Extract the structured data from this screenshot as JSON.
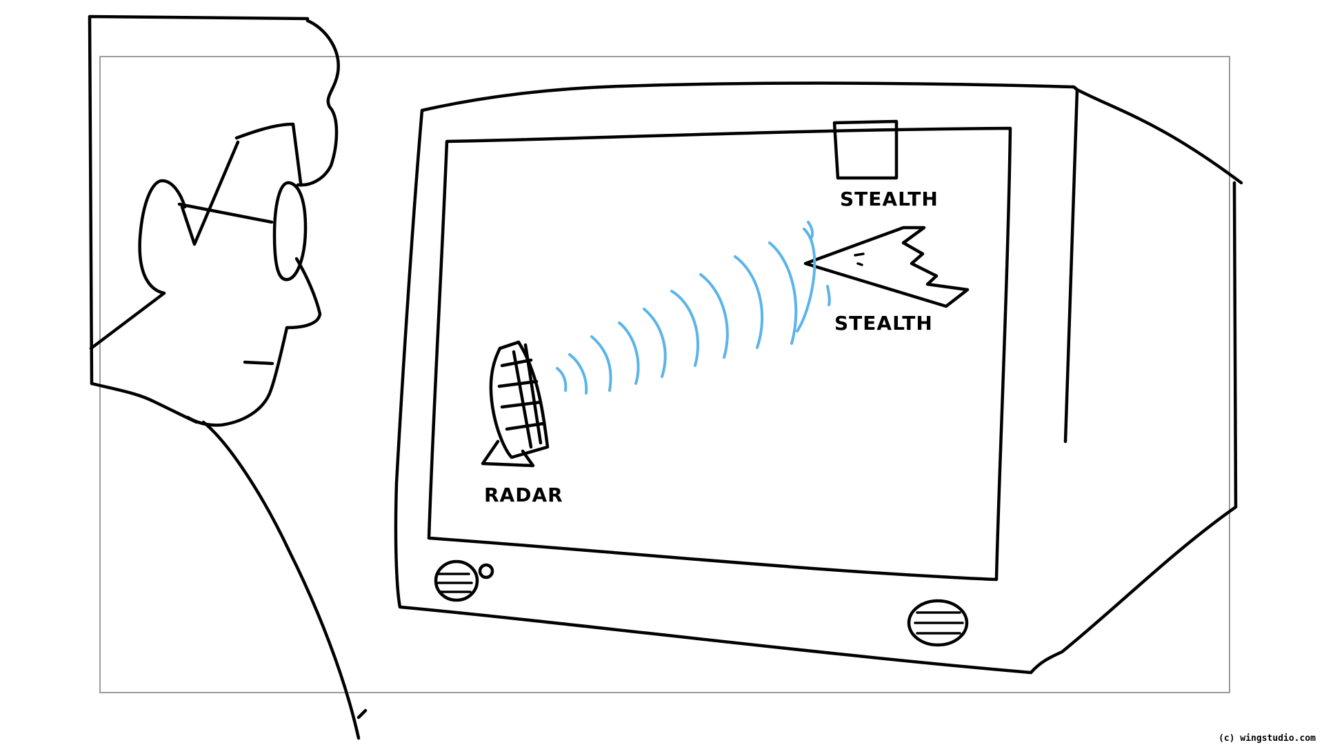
{
  "labels": {
    "stealth_box": "STEALTH",
    "stealth_plane": "STEALTH",
    "radar": "RADAR"
  },
  "credit": "(c) wingstudio.com",
  "colors": {
    "ink": "#000000",
    "frame": "#9a9a9a",
    "radar_wave": "#5ab4ea",
    "background": "#ffffff"
  }
}
